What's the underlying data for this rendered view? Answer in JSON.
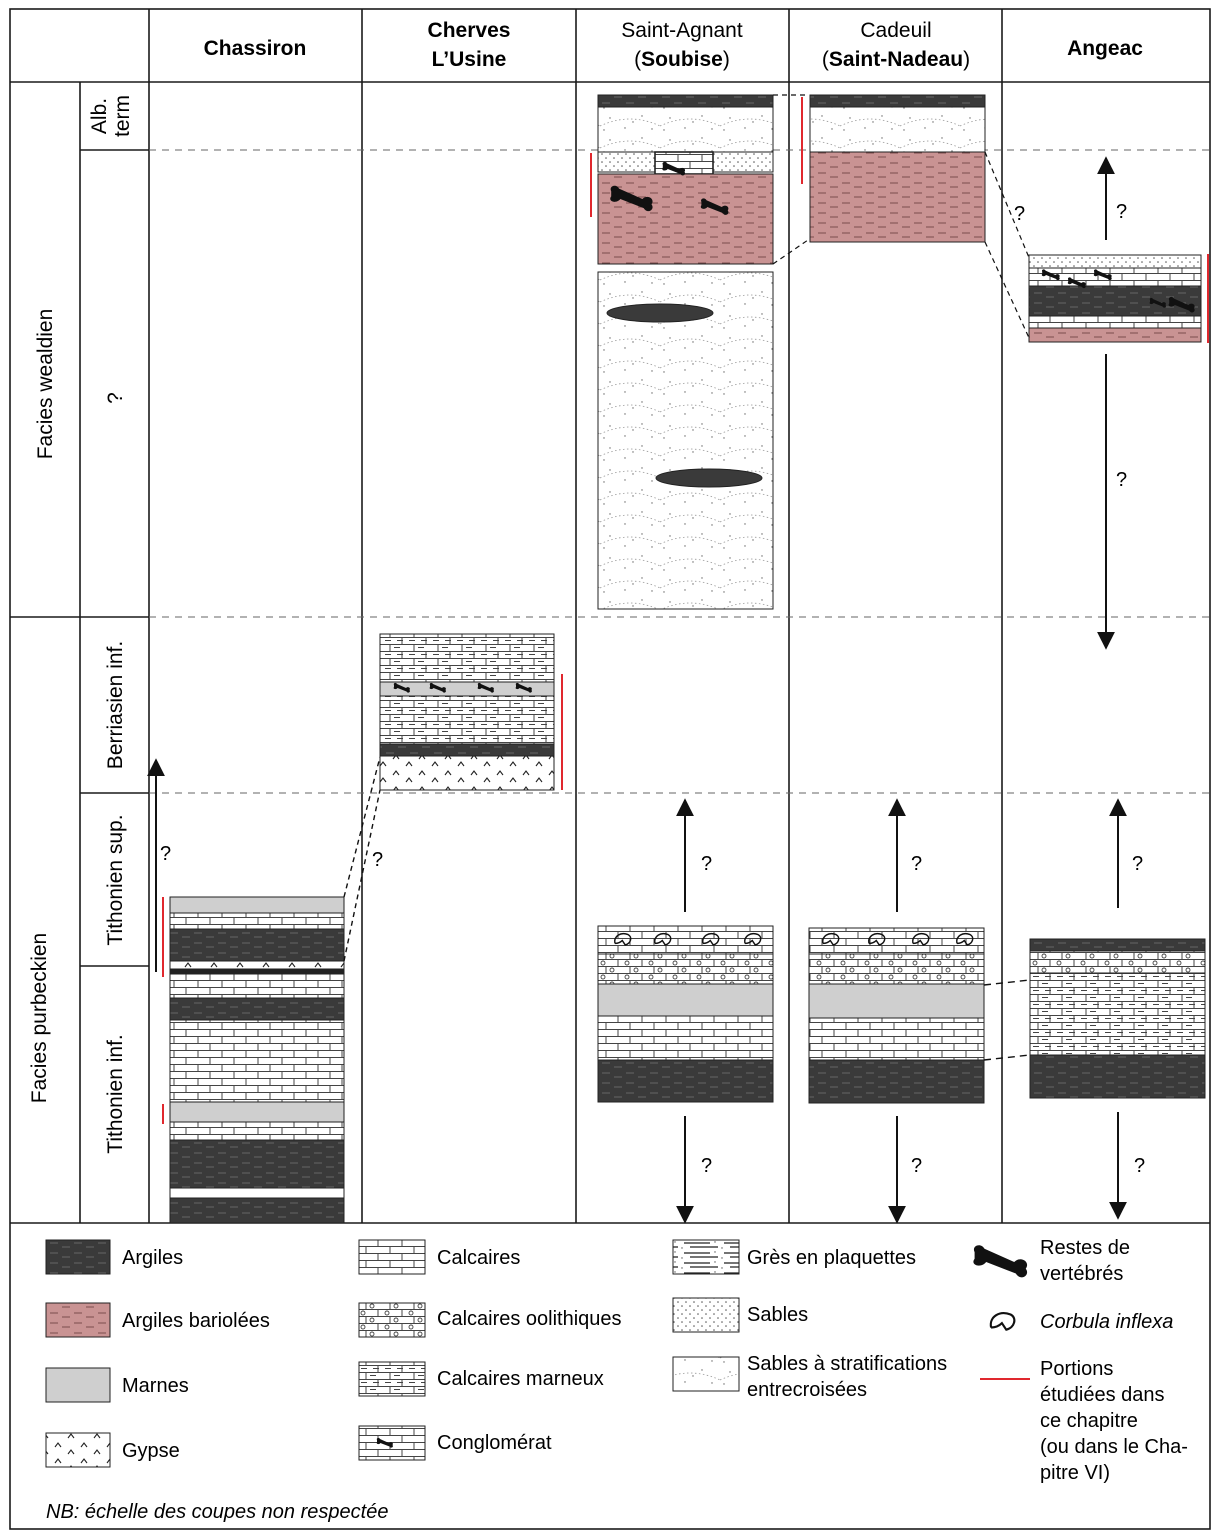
{
  "columns": [
    {
      "line1": "Chassiron",
      "bold1": true
    },
    {
      "line1": "Cherves",
      "line2": "L’Usine",
      "bold1": true,
      "bold2": true
    },
    {
      "line1": "Saint-Agnant",
      "line2_pre": "(",
      "line2_bold": "Soubise",
      "line2_post": ")"
    },
    {
      "line1": "Cadeuil",
      "line2_pre": "(",
      "line2_bold": "Saint-Nadeau",
      "line2_post": ")"
    },
    {
      "line1": "Angeac",
      "bold1": true
    }
  ],
  "facies": {
    "wealdien": "Facies wealdien",
    "purbeckien": "Facies purbeckien"
  },
  "stages": {
    "alb_line1": "Alb.",
    "alb_line2": "term",
    "unknown": "?",
    "berriasien": "Berriasien inf.",
    "tithonien_sup": "Tithonien sup.",
    "tithonien_inf": "Tithonien inf."
  },
  "question_mark": "?",
  "legend": {
    "argiles": "Argiles",
    "argiles_bariolees": "Argiles bariolées",
    "marnes": "Marnes",
    "gypse": "Gypse",
    "calcaires": "Calcaires",
    "calcaires_oolithiques": "Calcaires oolithiques",
    "calcaires_marneux": "Calcaires marneux",
    "conglomerat": "Conglomérat",
    "gres": "Grès en plaquettes",
    "sables": "Sables",
    "sables_strat_1": "Sables à stratifications",
    "sables_strat_2": "entrecroisées",
    "restes_1": "Restes de",
    "restes_2": "vertébrés",
    "corbula": "Corbula inflexa",
    "portions_1": "Portions",
    "portions_2": "étudiées dans",
    "portions_3": "ce chapitre",
    "portions_4": "(ou dans le Cha-",
    "portions_5": "pitre VI)",
    "nb": "NB: échelle des coupes non respectée"
  },
  "colors": {
    "argiles": "#3a3a3a",
    "argiles_bariolees": "#c99393",
    "marnes": "#cfcfcf",
    "studied_portion": "#e0282e",
    "grid": "#1a1a1a"
  }
}
